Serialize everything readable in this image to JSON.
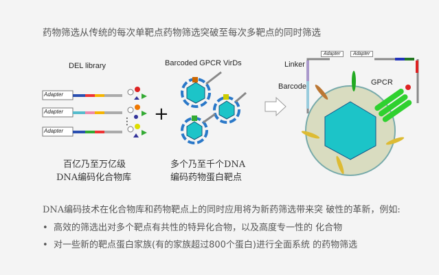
{
  "title": "药物筛选从传统的每次单靶点药物筛选突破至每次多靶点的同时筛选",
  "diagram": {
    "del_library_label": "DEL library",
    "virds_label": "Barcoded GPCR VirDs",
    "adapter_label": "Adapter",
    "linker_label": "Linker",
    "barcode_label": "Barcode",
    "gpcr_label": "GPCR",
    "plus": "+",
    "ellipsis": "⋮",
    "caption_left": [
      "百亿乃至万亿级",
      "DNA编码化合物库"
    ],
    "caption_mid": [
      "多个乃至千个DNA",
      "编码药物蛋白靶点"
    ]
  },
  "body": {
    "intro": "DNA编码技术在化合物库和药物靶点上的同时应用将为新药筛选带来突 破性的革新，例如:",
    "bullets": [
      "高效的筛选出对多个靶点有共性的特异化合物，以及高度专一性的 化合物",
      "对一些新的靶点蛋白家族(有的家族超过800个蛋白)进行全面系统 的药物筛选"
    ],
    "bullet_symbol": "•"
  },
  "colors": {
    "capsid": "#1cc4c8",
    "envelope": "#d9dcc0",
    "gpcr": "#2fd12f"
  }
}
